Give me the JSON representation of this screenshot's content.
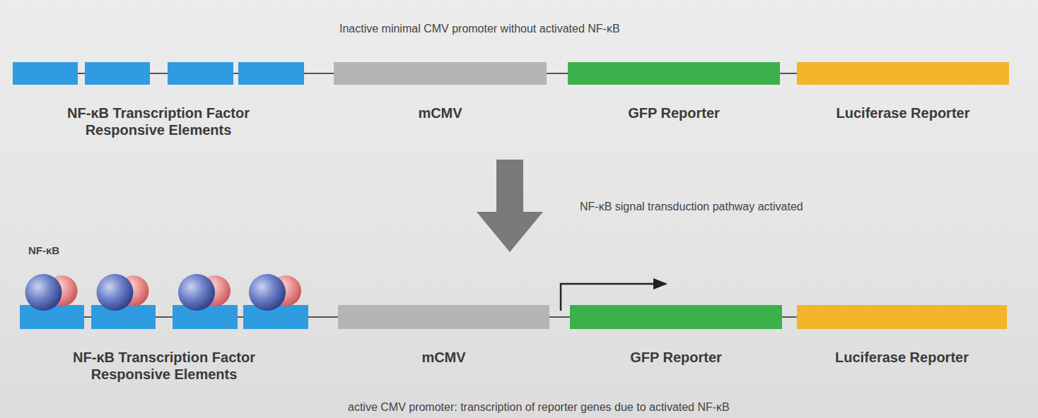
{
  "diagram": {
    "nodes": [
      {
        "text": [
          "NF-κB Transcription Factor Responsive Elements"
        ]
      },
      {
        "text": [
          "mCMV"
        ]
      },
      {
        "text": [
          "GFP Reporter"
        ]
      },
      {
        "text": [
          "Luciferase Reporter"
        ]
      },
      {
        "text": [
          "NF-κB Transcription Factor Responsive Elements"
        ]
      },
      {
        "text": [
          "mCMV"
        ]
      },
      {
        "text": [
          "GFP Reporter"
        ]
      },
      {
        "text": [
          "Luciferase Reporter"
        ]
      }
    ],
    "edges": [
      {
        "from": 0,
        "to": 1,
        "arrow": "none"
      },
      {
        "from": 1,
        "to": 2,
        "arrow": "none"
      },
      {
        "from": 2,
        "to": 3,
        "arrow": "none"
      },
      {
        "from": 4,
        "to": 5,
        "arrow": "none"
      },
      {
        "from": 5,
        "to": 6,
        "arrow": "none"
      },
      {
        "from": 6,
        "to": 7,
        "arrow": "none"
      }
    ],
    "labels": [
      "Inactive minimal CMV promoter without activated NF-κB",
      "NF-κB signal transduction pathway activated",
      "NF-κB",
      "active CMV promoter: transcription of reporter genes due to activated NF-κB"
    ]
  }
}
